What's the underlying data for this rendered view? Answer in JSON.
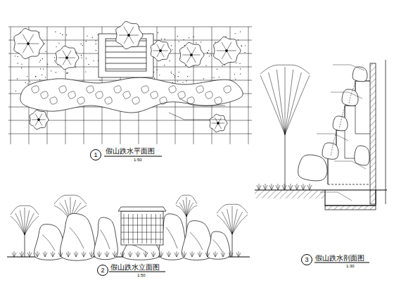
{
  "diagram": {
    "labels": [
      "1",
      "假山跌水平面图",
      "1:50",
      "2",
      "假山跌水立面图",
      "1:50",
      "3",
      "假山跌水剖面图",
      "1:30"
    ]
  }
}
